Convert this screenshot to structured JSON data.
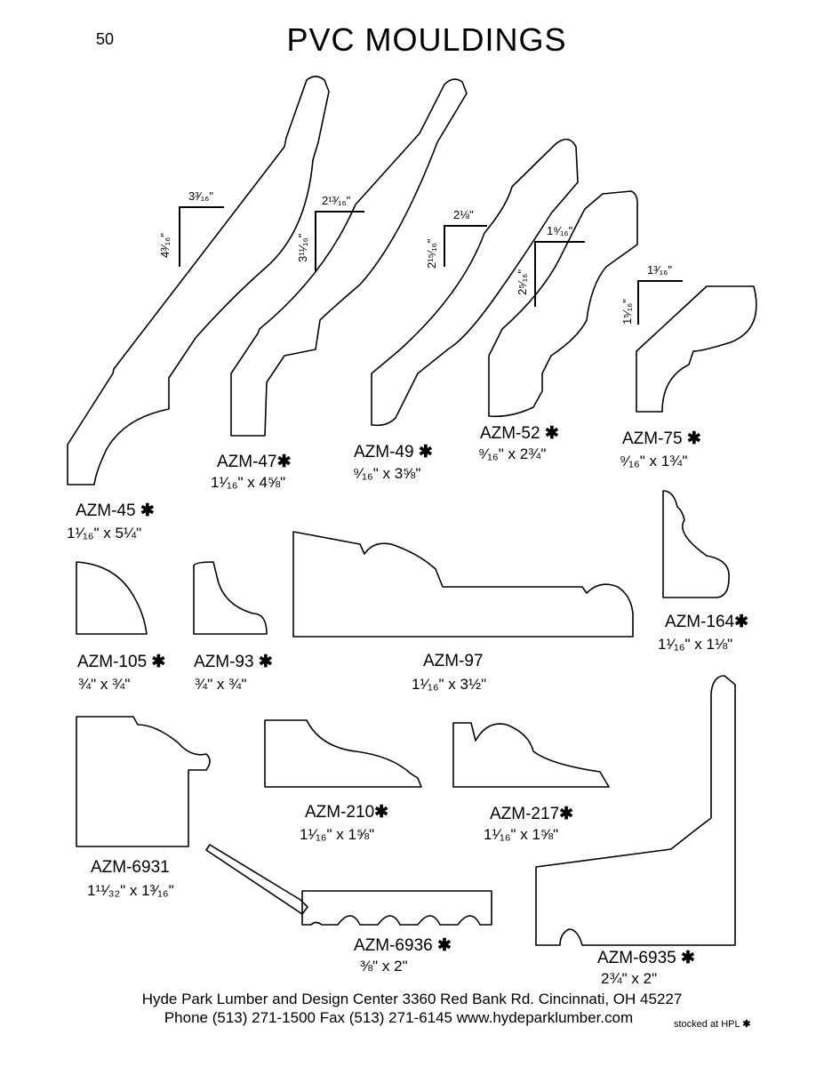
{
  "page_number": "50",
  "title": "PVC MOULDINGS",
  "mouldings": [
    {
      "code": "AZM-45",
      "size": "1¹⁄₁₆\" x 5¼\"",
      "stocked": true
    },
    {
      "code": "AZM-47",
      "size": "1¹⁄₁₆\" x 4⅝\"",
      "stocked": true
    },
    {
      "code": "AZM-49",
      "size": "⁹⁄₁₆\" x 3⅝\"",
      "stocked": true
    },
    {
      "code": "AZM-52",
      "size": "⁹⁄₁₆\" x 2¾\"",
      "stocked": true
    },
    {
      "code": "AZM-75",
      "size": "⁹⁄₁₆\" x 1¾\"",
      "stocked": true
    },
    {
      "code": "AZM-105",
      "size": "¾\" x ¾\"",
      "stocked": true
    },
    {
      "code": "AZM-93",
      "size": "¾\" x ¾\"",
      "stocked": true
    },
    {
      "code": "AZM-97",
      "size": "1¹⁄₁₆\" x 3½\"",
      "stocked": false
    },
    {
      "code": "AZM-164",
      "size": "1¹⁄₁₆\" x 1⅛\"",
      "stocked": true
    },
    {
      "code": "AZM-6931",
      "size": "1¹¹⁄₃₂\" x 1³⁄₁₆\"",
      "stocked": false
    },
    {
      "code": "AZM-210",
      "size": "1¹⁄₁₆\" x 1⅝\"",
      "stocked": true
    },
    {
      "code": "AZM-217",
      "size": "1¹⁄₁₆\" x 1⅝\"",
      "stocked": true
    },
    {
      "code": "AZM-6936",
      "size": "⅜\" x 2\"",
      "stocked": true
    },
    {
      "code": "AZM-6935",
      "size": "2¾\" x 2\"",
      "stocked": true
    }
  ],
  "dimensions": {
    "azm45": {
      "h": "4³⁄₁₆\"",
      "w": "3³⁄₁₆\""
    },
    "azm47": {
      "h": "3¹¹⁄₁₆\"",
      "w": "2¹³⁄₁₆\""
    },
    "azm49": {
      "h": "2¹⁵⁄₁₆\"",
      "w": "2⅛\""
    },
    "azm52": {
      "h": "2⁵⁄₁₆\"",
      "w": "1⁹⁄₁₆\""
    },
    "azm75": {
      "h": "1⁵⁄₁₆\"",
      "w": "1³⁄₁₆\""
    }
  },
  "star_symbol": "✱",
  "footer": {
    "line1": "Hyde Park Lumber and Design Center  3360 Red Bank Rd.  Cincinnati, OH 45227",
    "line2": "Phone (513) 271-1500  Fax (513) 271-6145  www.hydeparklumber.com",
    "stocked_note": "stocked at HPL"
  }
}
